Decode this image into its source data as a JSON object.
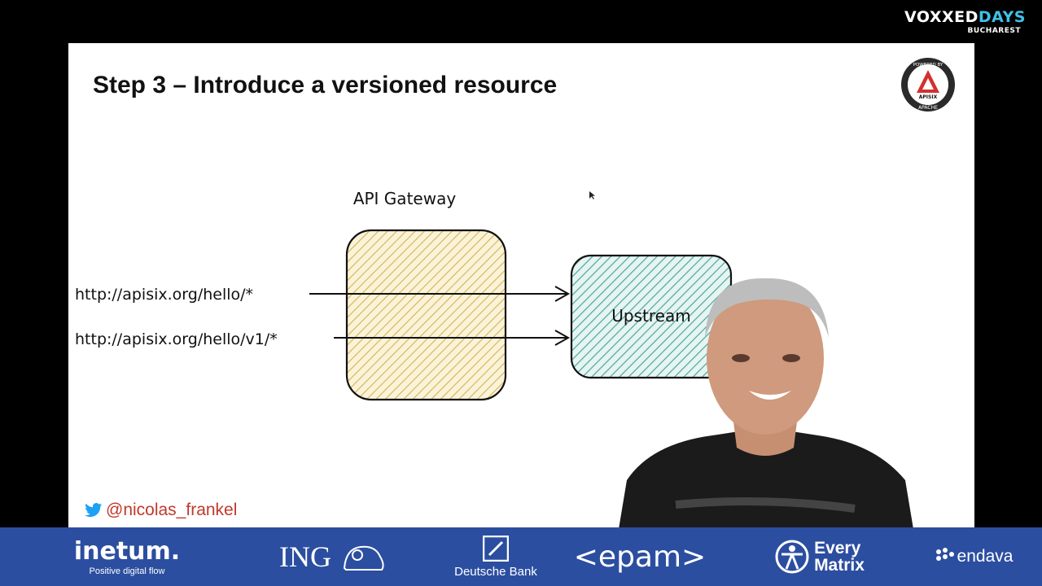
{
  "event": {
    "name_part1": "VOXXED",
    "name_part2": "DAYS",
    "city": "BUCHAREST"
  },
  "slide": {
    "title": "Step 3 – Introduce a versioned resource",
    "badge": {
      "top_text": "POWERED BY",
      "bottom_text": "APACHE",
      "mark": "APISIX"
    },
    "diagram": {
      "gateway_label": "API Gateway",
      "upstream_label": "Upstream",
      "routes": [
        "http://apisix.org/hello/*",
        "http://apisix.org/hello/v1/*"
      ]
    },
    "handle": "@nicolas_frankel"
  },
  "colors": {
    "gateway_fill": "#e2c773",
    "upstream_fill": "#5fb5ad",
    "sponsor_bar": "#2b4ea0",
    "handle": "#c0392b"
  },
  "sponsors": {
    "inetum": {
      "name": "inetum.",
      "tagline": "Positive digital flow"
    },
    "ing": {
      "name": "ING"
    },
    "deutsche_bank": {
      "name": "Deutsche Bank"
    },
    "epam": {
      "name": "<epam>"
    },
    "everymatrix": {
      "line1": "Every",
      "line2": "Matrix"
    },
    "endava": {
      "name": "endava"
    }
  }
}
